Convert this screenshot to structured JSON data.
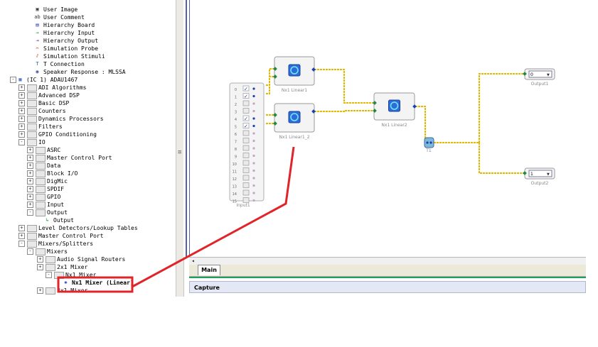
{
  "tree": {
    "items": [
      {
        "label": "User Image",
        "level": 3,
        "icon": "user-image-icon",
        "expander": "",
        "folder": false
      },
      {
        "label": "User Comment",
        "level": 3,
        "icon": "user-comment-icon",
        "expander": "",
        "folder": false
      },
      {
        "label": "Hierarchy Board",
        "level": 3,
        "icon": "hierarchy-board-icon",
        "expander": "",
        "folder": false
      },
      {
        "label": "Hierarchy Input",
        "level": 3,
        "icon": "hierarchy-input-icon",
        "expander": "",
        "folder": false
      },
      {
        "label": "Hierarchy Output",
        "level": 3,
        "icon": "hierarchy-output-icon",
        "expander": "",
        "folder": false
      },
      {
        "label": "Simulation Probe",
        "level": 3,
        "icon": "simulation-probe-icon",
        "expander": "",
        "folder": false
      },
      {
        "label": "Simulation Stimuli",
        "level": 3,
        "icon": "simulation-stimuli-icon",
        "expander": "",
        "folder": false
      },
      {
        "label": "T Connection",
        "level": 3,
        "icon": "t-connection-icon",
        "expander": "",
        "folder": false
      },
      {
        "label": "Speaker Response : MLSSA",
        "level": 3,
        "icon": "speaker-response-icon",
        "expander": "",
        "folder": false
      },
      {
        "label": "(IC 1) ADAU1467",
        "level": 1,
        "icon": "ic-chip-icon",
        "expander": "-",
        "folder": false
      },
      {
        "label": "ADI Algorithms",
        "level": 2,
        "icon": "",
        "expander": "+",
        "folder": true
      },
      {
        "label": "Advanced DSP",
        "level": 2,
        "icon": "",
        "expander": "+",
        "folder": true
      },
      {
        "label": "Basic DSP",
        "level": 2,
        "icon": "",
        "expander": "+",
        "folder": true
      },
      {
        "label": "Counters",
        "level": 2,
        "icon": "",
        "expander": "+",
        "folder": true
      },
      {
        "label": "Dynamics Processors",
        "level": 2,
        "icon": "",
        "expander": "+",
        "folder": true
      },
      {
        "label": "Filters",
        "level": 2,
        "icon": "",
        "expander": "+",
        "folder": true
      },
      {
        "label": "GPIO Conditioning",
        "level": 2,
        "icon": "",
        "expander": "+",
        "folder": true
      },
      {
        "label": "IO",
        "level": 2,
        "icon": "",
        "expander": "-",
        "folder": true
      },
      {
        "label": "ASRC",
        "level": 3,
        "icon": "",
        "expander": "+",
        "folder": true
      },
      {
        "label": "Master Control Port",
        "level": 3,
        "icon": "",
        "expander": "+",
        "folder": true
      },
      {
        "label": "Data",
        "level": 3,
        "icon": "",
        "expander": "+",
        "folder": true
      },
      {
        "label": "Block I/O",
        "level": 3,
        "icon": "",
        "expander": "+",
        "folder": true
      },
      {
        "label": "DigMic",
        "level": 3,
        "icon": "",
        "expander": "+",
        "folder": true
      },
      {
        "label": "SPDIF",
        "level": 3,
        "icon": "",
        "expander": "+",
        "folder": true
      },
      {
        "label": "GPIO",
        "level": 3,
        "icon": "",
        "expander": "+",
        "folder": true
      },
      {
        "label": "Input",
        "level": 3,
        "icon": "",
        "expander": "+",
        "folder": true
      },
      {
        "label": "Output",
        "level": 3,
        "icon": "",
        "expander": "-",
        "folder": true
      },
      {
        "label": "Output",
        "level": 4,
        "icon": "output-block-icon",
        "expander": "",
        "folder": false
      },
      {
        "label": "Level Detectors/Lookup Tables",
        "level": 2,
        "icon": "",
        "expander": "+",
        "folder": true
      },
      {
        "label": "Master Control Port",
        "level": 2,
        "icon": "",
        "expander": "+",
        "folder": true
      },
      {
        "label": "Mixers/Splitters",
        "level": 2,
        "icon": "",
        "expander": "-",
        "folder": true
      },
      {
        "label": "Mixers",
        "level": 3,
        "icon": "",
        "expander": "-",
        "folder": true
      },
      {
        "label": "Audio Signal Routers",
        "level": 4,
        "icon": "",
        "expander": "+",
        "folder": true
      },
      {
        "label": "2x1 Mixer",
        "level": 4,
        "icon": "",
        "expander": "+",
        "folder": true
      },
      {
        "label": "Nx1 Mixer",
        "level": 5,
        "icon": "",
        "expander": "-",
        "folder": true
      },
      {
        "label": "Nx1 Mixer (Linear)",
        "level": 6,
        "icon": "mixer-block-icon",
        "expander": "",
        "folder": false
      },
      {
        "label": "3x1 Mixer",
        "level": 4,
        "icon": "",
        "expander": "+",
        "folder": true
      }
    ]
  },
  "tabs": {
    "main": "Main"
  },
  "capture": {
    "title": "Capture"
  },
  "diagram": {
    "input_block": {
      "name": "Input1",
      "channels": [
        "0",
        "1",
        "2",
        "3",
        "4",
        "5",
        "6",
        "7",
        "8",
        "9",
        "10",
        "11",
        "12",
        "13",
        "14",
        "15"
      ],
      "checked": [
        0,
        1,
        4,
        5
      ]
    },
    "mixer1": "Nx1 Linear1",
    "mixer2": "Nx1 Linear1_2",
    "mixer3": "Nx1 Linear2",
    "tconn": "T1",
    "output1": {
      "name": "Output1",
      "value": "0"
    },
    "output2": {
      "name": "Output2",
      "value": "1"
    }
  },
  "colors": {
    "wire": "#e6b800",
    "annotation": "#e0242a",
    "accent": "#5560a8",
    "pin_input": "#1f8a3e",
    "pin_output": "#1a3fb8"
  }
}
